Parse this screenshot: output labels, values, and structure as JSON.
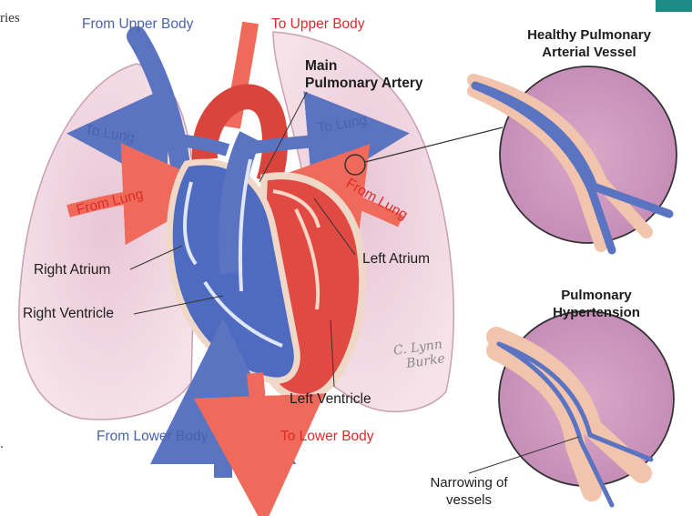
{
  "edge_fragments": {
    "top_left": "ries",
    "bottom_left": "."
  },
  "labels": {
    "from_upper_body": "From Upper Body",
    "to_upper_body": "To Upper Body",
    "main_pulmonary_artery_l1": "Main",
    "main_pulmonary_artery_l2": "Pulmonary Artery",
    "to_lung_left": "To Lung",
    "to_lung_right": "To Lung",
    "from_lung_left": "From Lung",
    "from_lung_right": "From Lung",
    "right_atrium": "Right Atrium",
    "right_ventricle": "Right Ventricle",
    "left_atrium": "Left Atrium",
    "left_ventricle": "Left Ventricle",
    "from_lower_body": "From Lower Body",
    "to_lower_body": "To Lower Body"
  },
  "insets": {
    "healthy_title_l1": "Healthy Pulmonary",
    "healthy_title_l2": "Arterial Vessel",
    "hypertension_title_l1": "Pulmonary",
    "hypertension_title_l2": "Hypertension",
    "narrowing_l1": "Narrowing of",
    "narrowing_l2": "vessels"
  },
  "signature": {
    "line1": "C. Lynn",
    "line2": "Burke"
  },
  "colors": {
    "blue_flow": "#4a62ad",
    "red_flow": "#e02a2a",
    "lung_fill": "#f4dce3",
    "vessel_blue": "#5a74c2",
    "vessel_red": "#e65a50",
    "accent_tab": "#1e8a86"
  }
}
